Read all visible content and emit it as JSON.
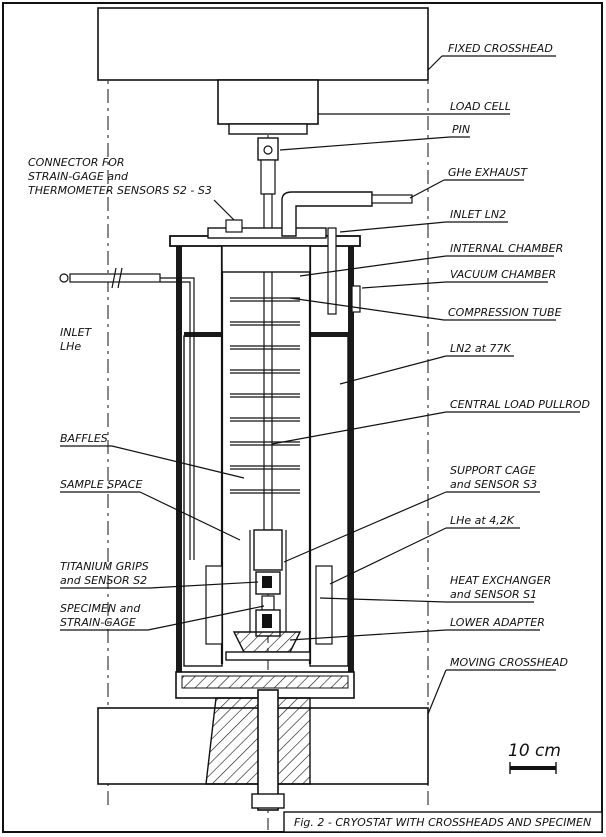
{
  "labels": {
    "fixed_crosshead": "FIXED CROSSHEAD",
    "load_cell": "LOAD CELL",
    "pin": "PIN",
    "connector_1": "CONNECTOR FOR",
    "connector_2": "STRAIN-GAGE and",
    "connector_3": "THERMOMETER SENSORS S2 - S3",
    "ghe_exhaust": "GHe EXHAUST",
    "inlet_ln2": "INLET LN2",
    "internal_chamber": "INTERNAL CHAMBER",
    "vacuum_chamber": "VACUUM CHAMBER",
    "inlet_lhe_1": "INLET",
    "inlet_lhe_2": "LHe",
    "compression_tube": "COMPRESSION TUBE",
    "ln2_77k": "LN2 at 77K",
    "central_pullrod": "CENTRAL LOAD PULLROD",
    "baffles": "BAFFLES",
    "support_cage_1": "SUPPORT CAGE",
    "support_cage_2": "and SENSOR S3",
    "sample_space": "SAMPLE SPACE",
    "lhe_42k": "LHe at 4,2K",
    "titanium_1": "TITANIUM GRIPS",
    "titanium_2": "and SENSOR S2",
    "heat_exchanger_1": "HEAT EXCHANGER",
    "heat_exchanger_2": "and SENSOR S1",
    "specimen_1": "SPECIMEN and",
    "specimen_2": "STRAIN-GAGE",
    "lower_adapter": "LOWER ADAPTER",
    "moving_crosshead": "MOVING CROSSHEAD"
  },
  "scale_bar": {
    "label": "10 cm"
  },
  "caption": "Fig. 2  -  CRYOSTAT WITH CROSSHEADS AND SPECIMEN"
}
